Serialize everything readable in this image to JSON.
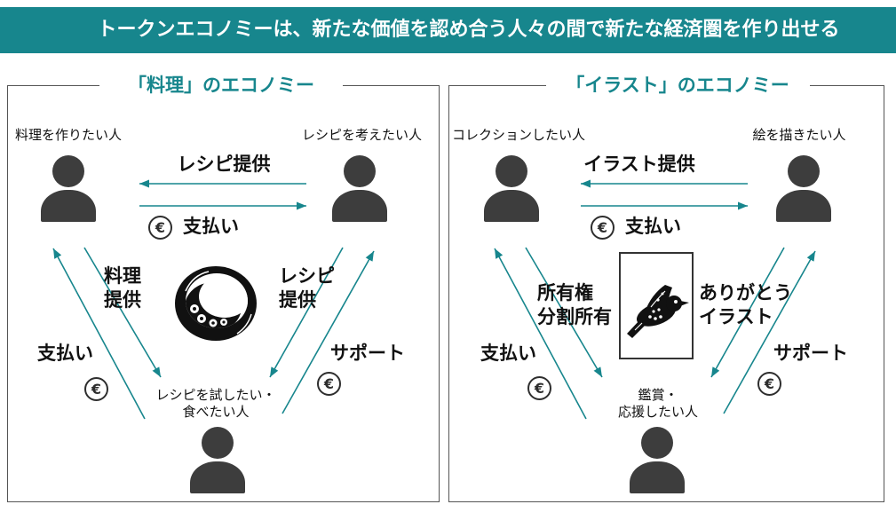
{
  "colors": {
    "accent": "#17868d",
    "figure": "#3d3d3d",
    "frame": "#555555",
    "text": "#111111"
  },
  "icons": {
    "currency_symbol": "€",
    "currency_icon": "euro-coin-icon",
    "person_icon": "person-icon"
  },
  "header": {
    "title": "トークンエコノミーは、新たな価値を認め合う人々の間で新たな経済圏を作り出せる"
  },
  "panels": [
    {
      "title": "「料理」のエコノミー",
      "top_left_person": "料理を作りたい人",
      "top_right_person": "レシピを考えたい人",
      "bottom_person": [
        "レシピを試したい・",
        "食べたい人"
      ],
      "top_flow": "レシピ提供",
      "bottom_flow": "支払い",
      "left_inner_flow": [
        "料理",
        "提供"
      ],
      "right_inner_flow": [
        "レシピ",
        "提供"
      ],
      "left_outer_flow": "支払い",
      "right_outer_flow": "サポート",
      "center_icon": "plate-of-food-icon"
    },
    {
      "title": "「イラスト」のエコノミー",
      "top_left_person": "コレクションしたい人",
      "top_right_person": "絵を描きたい人",
      "bottom_person": [
        "鑑賞・",
        "応援したい人"
      ],
      "top_flow": "イラスト提供",
      "bottom_flow": "支払い",
      "left_inner_flow": [
        "所有権",
        "分割所有"
      ],
      "right_inner_flow": [
        "ありがとう",
        "イラスト"
      ],
      "left_outer_flow": "支払い",
      "right_outer_flow": "サポート",
      "center_icon": "framed-bird-artwork-icon"
    }
  ]
}
